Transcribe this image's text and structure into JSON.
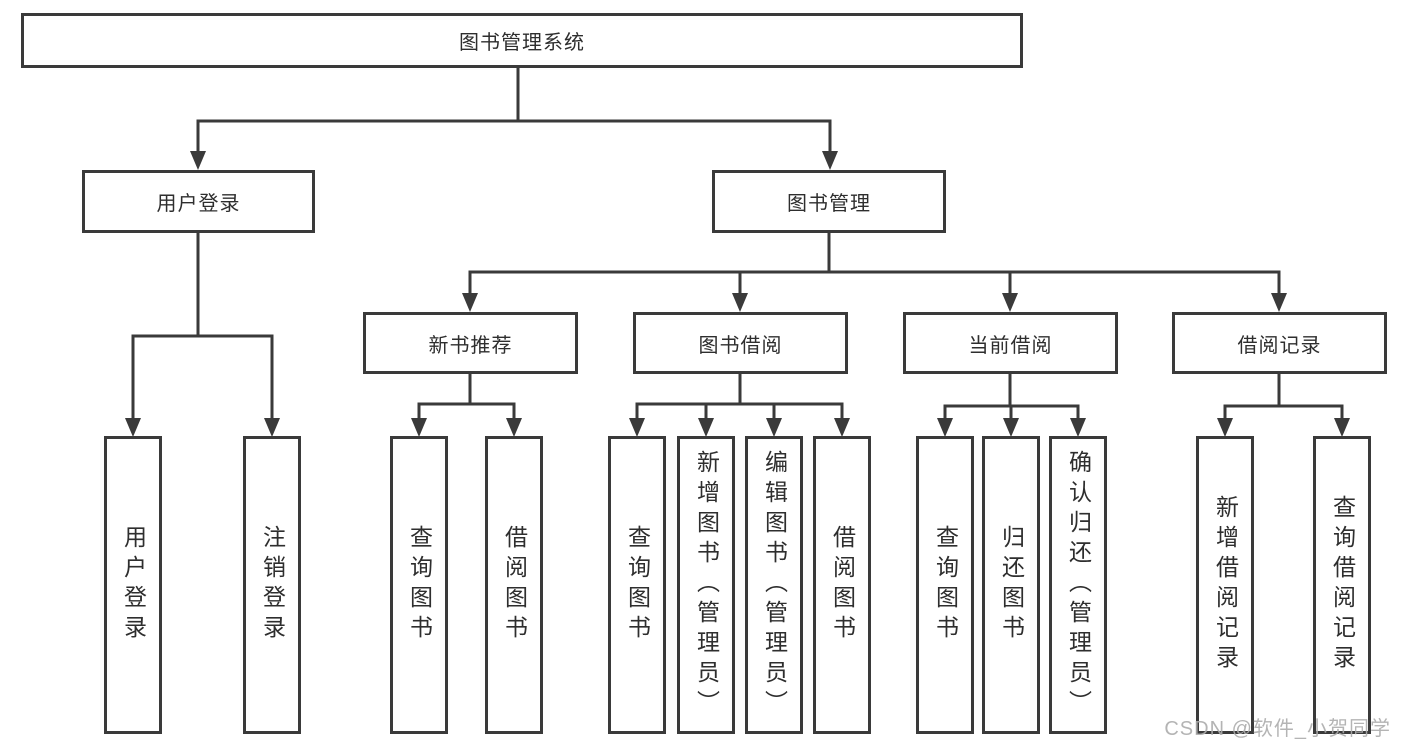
{
  "colors": {
    "line": "#3a3a3a",
    "border": "#3a3a3a",
    "text": "#2e2e2e",
    "node_background": "#ffffff",
    "page_background": "#ffffff",
    "watermark_text": "#acacac"
  },
  "tree": {
    "root": {
      "label": "图书管理系统",
      "children": [
        {
          "label": "用户登录",
          "children": [
            {
              "label": "用户登录"
            },
            {
              "label": "注销登录"
            }
          ]
        },
        {
          "label": "图书管理",
          "children": [
            {
              "label": "新书推荐",
              "children": [
                {
                  "label": "查询图书"
                },
                {
                  "label": "借阅图书"
                }
              ]
            },
            {
              "label": "图书借阅",
              "children": [
                {
                  "label": "查询图书"
                },
                {
                  "label": "新增图书（管理员）"
                },
                {
                  "label": "编辑图书（管理员）"
                },
                {
                  "label": "借阅图书"
                }
              ]
            },
            {
              "label": "当前借阅",
              "children": [
                {
                  "label": "查询图书"
                },
                {
                  "label": "归还图书"
                },
                {
                  "label": "确认归还（管理员）"
                }
              ]
            },
            {
              "label": "借阅记录",
              "children": [
                {
                  "label": "新增借阅记录"
                },
                {
                  "label": "查询借阅记录"
                }
              ]
            }
          ]
        }
      ]
    }
  },
  "watermark": {
    "text": "CSDN @软件_小贺同学"
  }
}
